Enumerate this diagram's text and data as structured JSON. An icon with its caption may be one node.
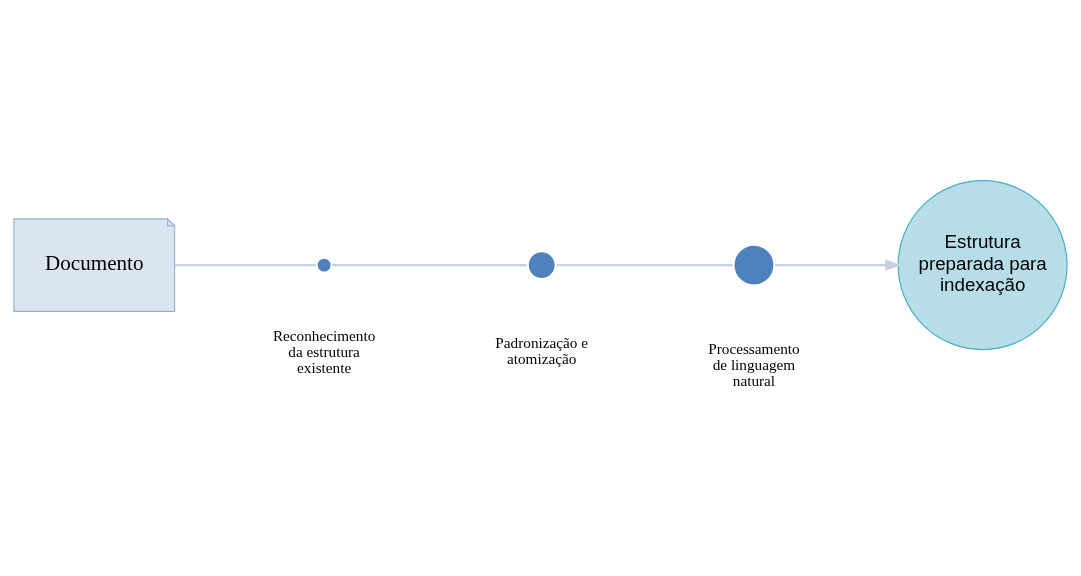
{
  "diagram": {
    "nodes": [
      {
        "text": [
          "Documento"
        ]
      },
      {
        "text": [],
        "shape": "circle",
        "beside": [
          "Reconhecimento da estrutura existente"
        ]
      },
      {
        "text": [],
        "shape": "circle",
        "beside": [
          "Padronização e atomização"
        ]
      },
      {
        "text": [],
        "shape": "circle",
        "beside": [
          "Processamento de linguagem natural"
        ]
      },
      {
        "text": [
          "Estrutura preparada para indexação"
        ]
      }
    ],
    "edges": [
      {
        "from": 0,
        "to": 1,
        "arrow": "none"
      },
      {
        "from": 1,
        "to": 2,
        "arrow": "none"
      },
      {
        "from": 2,
        "to": 3,
        "arrow": "none"
      },
      {
        "from": 3,
        "to": 4,
        "arrow": "to"
      }
    ]
  }
}
